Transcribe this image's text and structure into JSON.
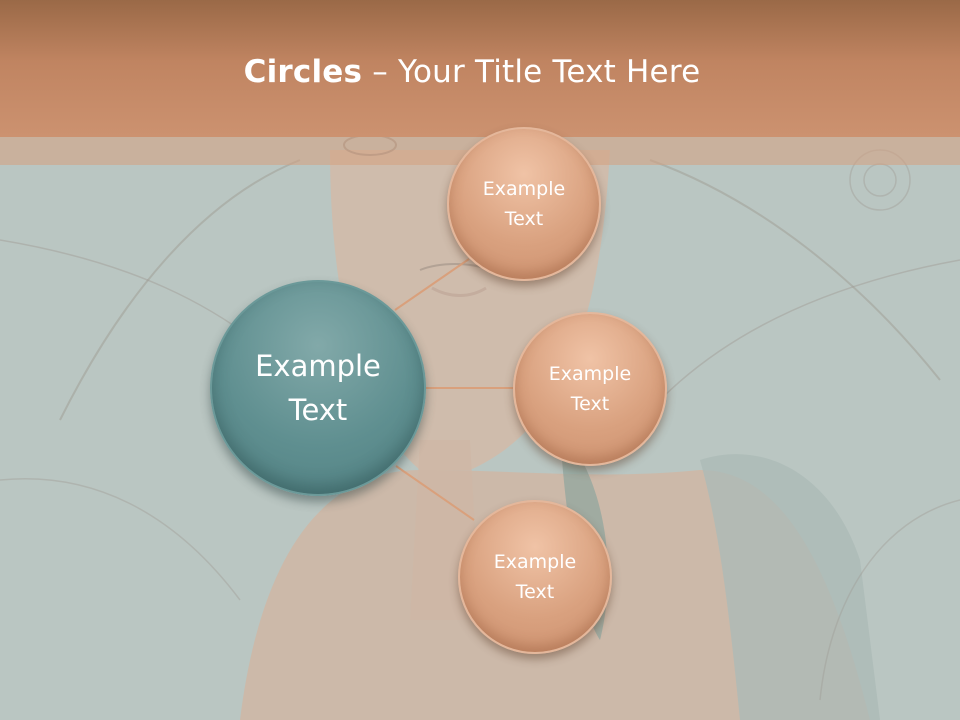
{
  "slide": {
    "title_bold": "Circles",
    "title_rest": " – Your Title Text Here"
  },
  "diagram": {
    "center": {
      "line1": "Example",
      "line2": "Text"
    },
    "items": [
      {
        "line1": "Example",
        "line2": "Text"
      },
      {
        "line1": "Example",
        "line2": "Text"
      },
      {
        "line1": "Example",
        "line2": "Text"
      }
    ]
  },
  "colors": {
    "header": "#c08461",
    "center_circle": "#5f8f90",
    "sub_circle": "#d9a17f",
    "connector": "#d9a07c"
  }
}
